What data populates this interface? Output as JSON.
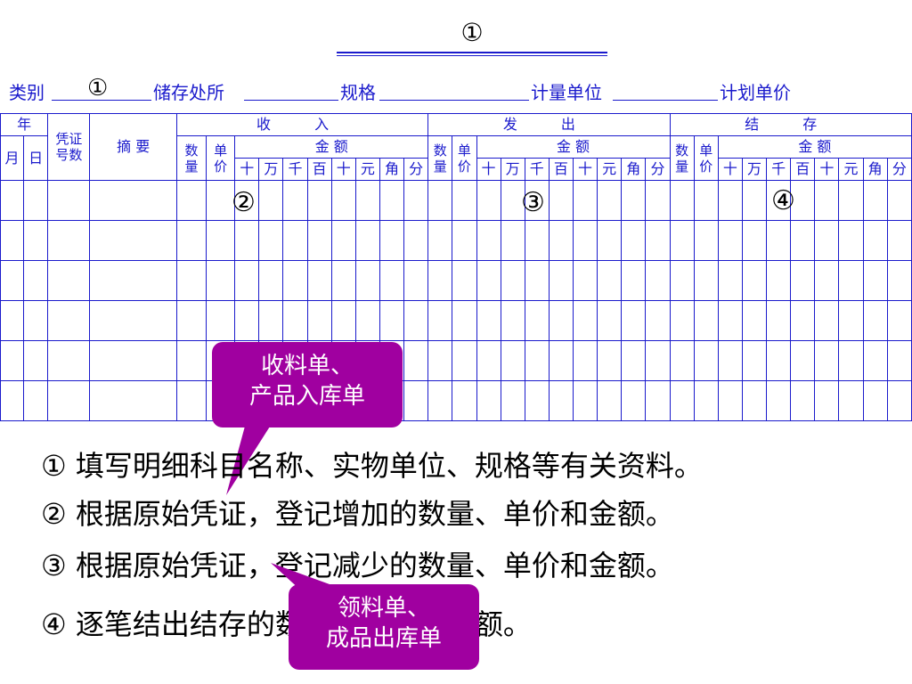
{
  "title_mark": "①",
  "header": {
    "category_label": "类别",
    "category_mark": "①",
    "storage_label": "储存处所",
    "spec_label": "规格",
    "unit_label": "计量单位",
    "plan_price_label": "计划单价"
  },
  "ledger": {
    "year": "年",
    "month": "月",
    "day": "日",
    "voucher": [
      "凭证",
      "号数"
    ],
    "summary": "摘  要",
    "receive": "收  入",
    "issue": "发  出",
    "balance": "结  存",
    "qty": [
      "数",
      "量"
    ],
    "unit_price": [
      "单",
      "价"
    ],
    "amount": "金  额",
    "digits": [
      "十",
      "万",
      "千",
      "百",
      "十",
      "元",
      "角",
      "分"
    ],
    "body_rows": 6
  },
  "marks": {
    "receive": "②",
    "issue": "③",
    "balance": "④"
  },
  "callouts": {
    "receive": [
      "收料单、",
      "产品入库单"
    ],
    "issue": [
      "领料单、",
      "成品出库单"
    ]
  },
  "colors": {
    "grid_blue": "#1a1acc",
    "red_divider": "#e02020",
    "callout_purple": "#a000a0"
  },
  "notes": [
    "① 填写明细科目名称、实物单位、规格等有关资料。",
    "② 根据原始凭证，登记增加的数量、单价和金额。",
    "③ 根据原始凭证，登记减少的数量、单价和金额。",
    "④ 逐笔结出结存的数量、单价和金额。"
  ]
}
